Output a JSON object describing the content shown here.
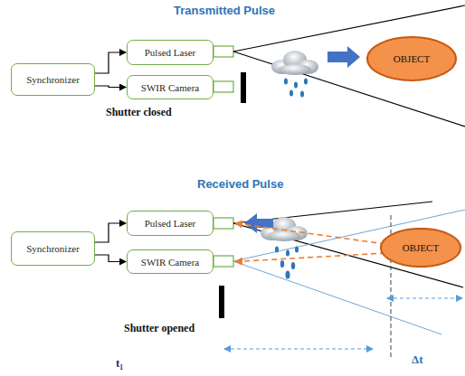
{
  "diagram": {
    "nodes": [
      {
        "text": [
          "Synchronizer"
        ]
      },
      {
        "text": [
          "Pulsed Laser"
        ]
      },
      {
        "text": [
          "SWIR Camera"
        ]
      },
      {
        "text": [
          "OBJECT"
        ]
      },
      {
        "text": [
          "Synchronizer"
        ]
      },
      {
        "text": [
          "Pulsed Laser"
        ]
      },
      {
        "text": [
          "SWIR Camera"
        ]
      },
      {
        "text": [
          "OBJECT"
        ]
      }
    ],
    "edges": [
      {
        "from": 0,
        "to": 1,
        "arrow": "to"
      },
      {
        "from": 0,
        "to": 2,
        "arrow": "to"
      },
      {
        "from": 4,
        "to": 5,
        "arrow": "to"
      },
      {
        "from": 4,
        "to": 6,
        "arrow": "to"
      },
      {
        "from": 7,
        "to": 5,
        "arrow": "to"
      },
      {
        "from": 7,
        "to": 6,
        "arrow": "to"
      }
    ],
    "labels": [
      "Transmitted Pulse",
      "Shutter closed",
      "Received Pulse",
      "Shutter opened",
      "Δt",
      "t₁"
    ]
  }
}
